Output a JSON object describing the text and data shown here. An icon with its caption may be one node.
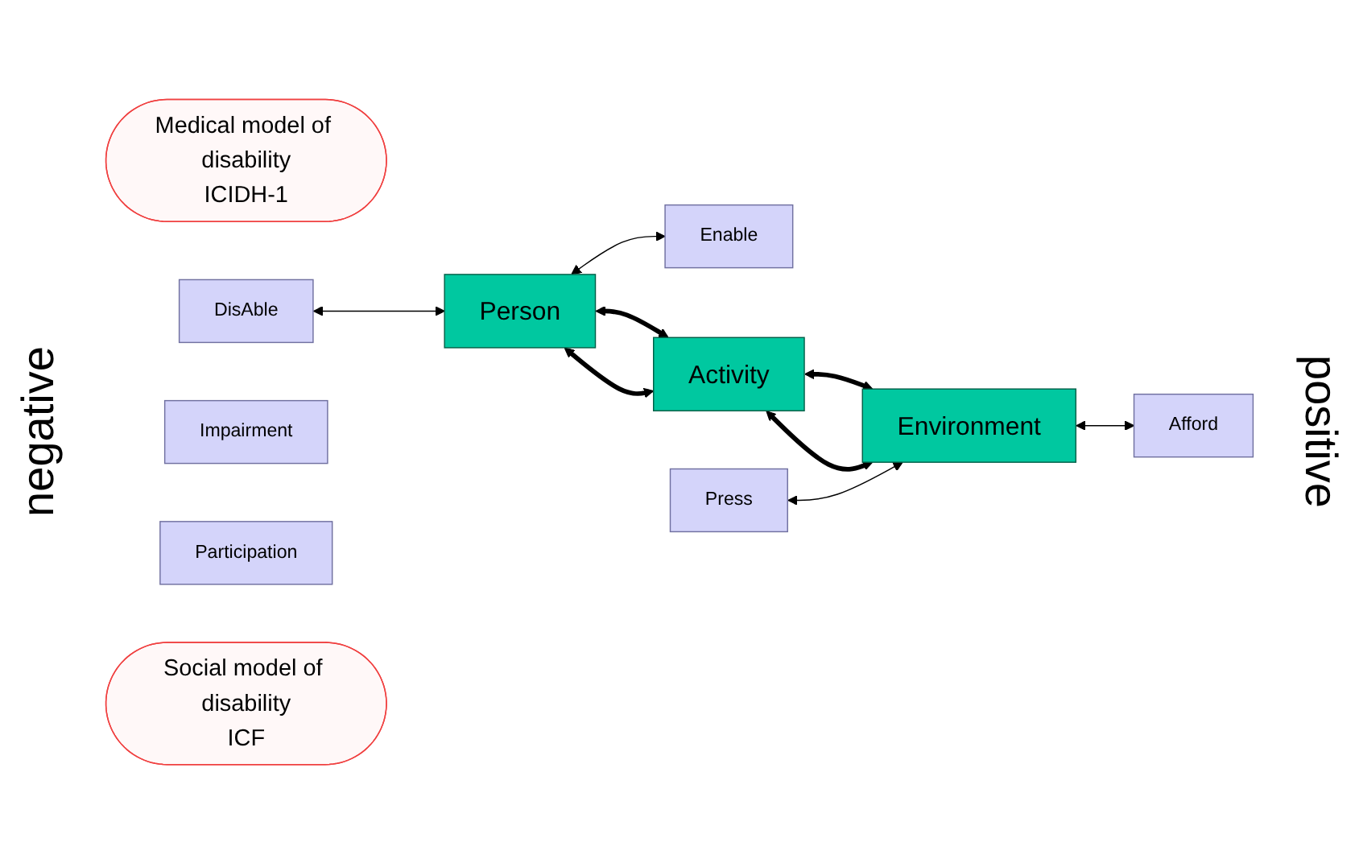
{
  "diagram": {
    "nodes": [
      {
        "text": [
          "Medical model of disability",
          "ICIDH-1"
        ]
      },
      {
        "text": [
          "DisAble"
        ]
      },
      {
        "text": [
          "Person"
        ]
      },
      {
        "text": [
          "Enable"
        ]
      },
      {
        "text": [
          "Impairment"
        ]
      },
      {
        "text": [
          "Activity"
        ]
      },
      {
        "text": [
          "Participation"
        ]
      },
      {
        "text": [
          "Press"
        ]
      },
      {
        "text": [
          "Environment"
        ]
      },
      {
        "text": [
          "Afford"
        ]
      },
      {
        "text": [
          "Social model of disability",
          "ICF"
        ]
      }
    ],
    "edges": [
      {
        "from": 1,
        "to": 2,
        "arrow": "both"
      },
      {
        "from": 2,
        "to": 3,
        "arrow": "both"
      },
      {
        "from": 2,
        "to": 5,
        "arrow": "both",
        "style": "thick"
      },
      {
        "from": 5,
        "to": 8,
        "arrow": "both",
        "style": "thick"
      },
      {
        "from": 2,
        "to": 5,
        "arrow": "both",
        "style": "thick"
      },
      {
        "from": 5,
        "to": 8,
        "arrow": "both",
        "style": "thick"
      },
      {
        "from": 7,
        "to": 8,
        "arrow": "both"
      },
      {
        "from": 8,
        "to": 9,
        "arrow": "both"
      }
    ],
    "labels": [
      "negative",
      "positive"
    ]
  }
}
